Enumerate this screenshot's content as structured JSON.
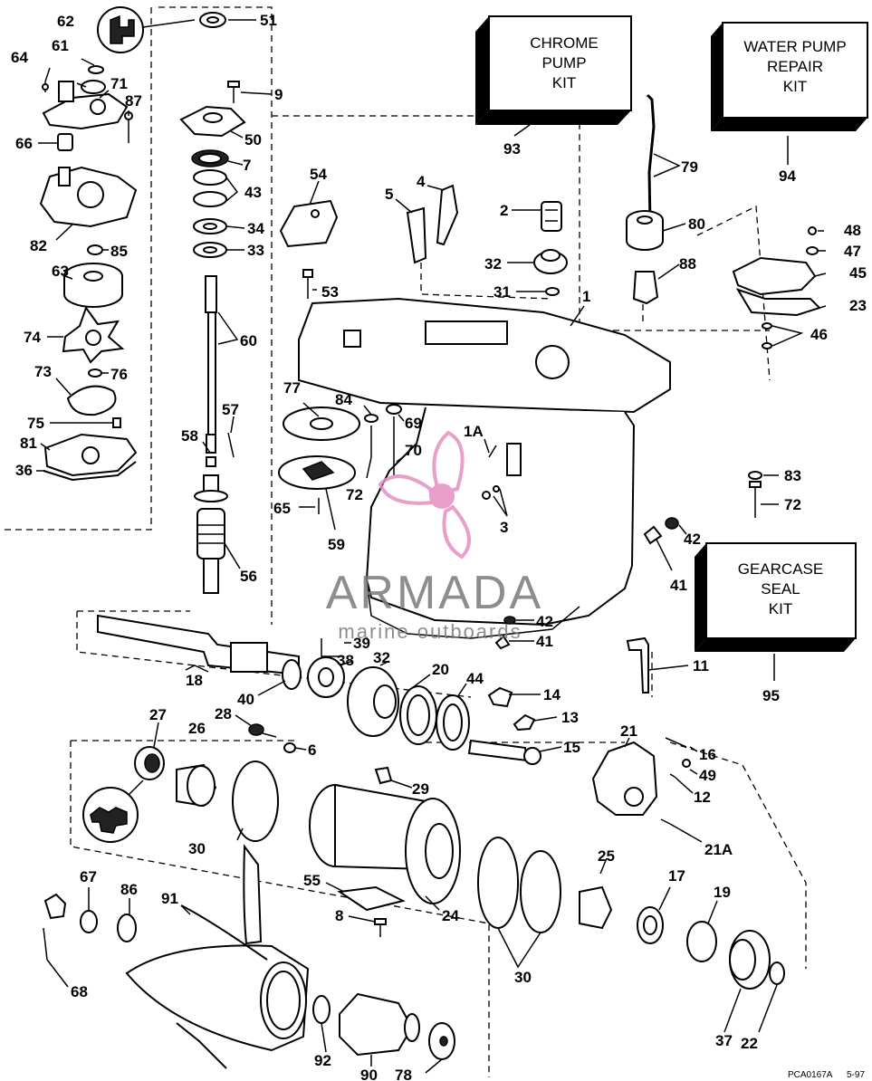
{
  "kits": {
    "chrome_pump": [
      "CHROME",
      "PUMP",
      "KIT"
    ],
    "water_pump": [
      "WATER PUMP",
      "REPAIR",
      "KIT"
    ],
    "gearcase_seal": [
      "GEARCASE",
      "SEAL",
      "KIT"
    ]
  },
  "watermark": {
    "brand": "ARMADA",
    "tagline": "marine outboards"
  },
  "footer": {
    "code": "PCA0167A",
    "date": "5-97"
  },
  "labels": {
    "l51": "51",
    "l9": "9",
    "l50": "50",
    "l7": "7",
    "l43": "43",
    "l34": "34",
    "l33": "33",
    "l62": "62",
    "l61": "61",
    "l64": "64",
    "l71": "71",
    "l87": "87",
    "l66": "66",
    "l82": "82",
    "l85": "85",
    "l63": "63",
    "l74": "74",
    "l76": "76",
    "l73": "73",
    "l75": "75",
    "l81": "81",
    "l36": "36",
    "l60": "60",
    "l57": "57",
    "l58": "58",
    "l56": "56",
    "l54": "54",
    "l53": "53",
    "l5": "5",
    "l4": "4",
    "l2": "2",
    "l32a": "32",
    "l31": "31",
    "l1": "1",
    "l93": "93",
    "l79": "79",
    "l80": "80",
    "l88": "88",
    "l94": "94",
    "l48": "48",
    "l47": "47",
    "l45": "45",
    "l23": "23",
    "l46": "46",
    "l77": "77",
    "l84": "84",
    "l69": "69",
    "l1A": "1A",
    "l70": "70",
    "l72a": "72",
    "l65": "65",
    "l59": "59",
    "l3": "3",
    "l83": "83",
    "l72b": "72",
    "l42a": "42",
    "l41a": "41",
    "l42b": "42",
    "l41b": "41",
    "l11": "11",
    "l95": "95",
    "l18": "18",
    "l39": "39",
    "l38": "38",
    "l32b": "32",
    "l20": "20",
    "l44": "44",
    "l14": "14",
    "l13": "13",
    "l15": "15",
    "l40": "40",
    "l27": "27",
    "l26": "26",
    "l28": "28",
    "l6": "6",
    "l21": "21",
    "l16": "16",
    "l49": "49",
    "l12": "12",
    "l21A": "21A",
    "l29": "29",
    "l30a": "30",
    "l30b": "30",
    "l25": "25",
    "l17": "17",
    "l19": "19",
    "l55": "55",
    "l8": "8",
    "l24": "24",
    "l67": "67",
    "l86": "86",
    "l91": "91",
    "l68": "68",
    "l92": "92",
    "l90": "90",
    "l78": "78",
    "l37": "37",
    "l22": "22"
  }
}
